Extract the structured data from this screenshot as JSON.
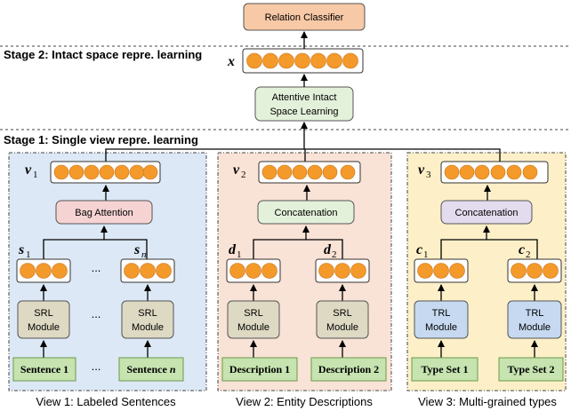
{
  "stage2": {
    "label": "Stage 2: Intact space repre. learning"
  },
  "stage1": {
    "label": "Stage 1: Single view repre. learning"
  },
  "top": {
    "classifier": "Relation Classifier",
    "x_var": "x",
    "attentive_line1": "Attentive Intact",
    "attentive_line2": "Space Learning"
  },
  "views": [
    {
      "title": "View 1: Labeled Sentences",
      "vector": "v",
      "vector_sub": "1",
      "aggregator": "Bag Attention",
      "left_var": "s",
      "left_sub": "1",
      "right_var": "s",
      "right_sub": "n",
      "module_line1": "SRL",
      "module_line2": "Module",
      "input_left": "Sentence 1",
      "input_right_prefix": "Sentence ",
      "input_right_italic": "n",
      "ellipsis": "..."
    },
    {
      "title": "View 2: Entity Descriptions",
      "vector": "v",
      "vector_sub": "2",
      "aggregator": "Concatenation",
      "left_var": "d",
      "left_sub": "1",
      "right_var": "d",
      "right_sub": "2",
      "module_line1": "SRL",
      "module_line2": "Module",
      "input_left": "Description 1",
      "input_right": "Description 2"
    },
    {
      "title": "View 3: Multi-grained types",
      "vector": "v",
      "vector_sub": "3",
      "aggregator": "Concatenation",
      "left_var": "c",
      "left_sub": "1",
      "right_var": "c",
      "right_sub": "2",
      "module_line1": "TRL",
      "module_line2": "Module",
      "input_left": "Type Set 1",
      "input_right": "Type Set 2"
    }
  ],
  "colors": {
    "view1_bg": "#dce8f5",
    "view2_bg": "#f9e2d6",
    "view3_bg": "#fdf0c8",
    "classifier_fill": "#f8c9a6",
    "attentive_fill": "#e3f1da",
    "bag_attention_fill": "#f6d3d3",
    "concat2_fill": "#e3f1da",
    "concat3_fill": "#e3dcef",
    "srl_fill": "#ddd9c3",
    "trl_fill": "#c6d9f1",
    "input_fill": "#c6e3b0",
    "dot_orange": "#f39a2b"
  }
}
